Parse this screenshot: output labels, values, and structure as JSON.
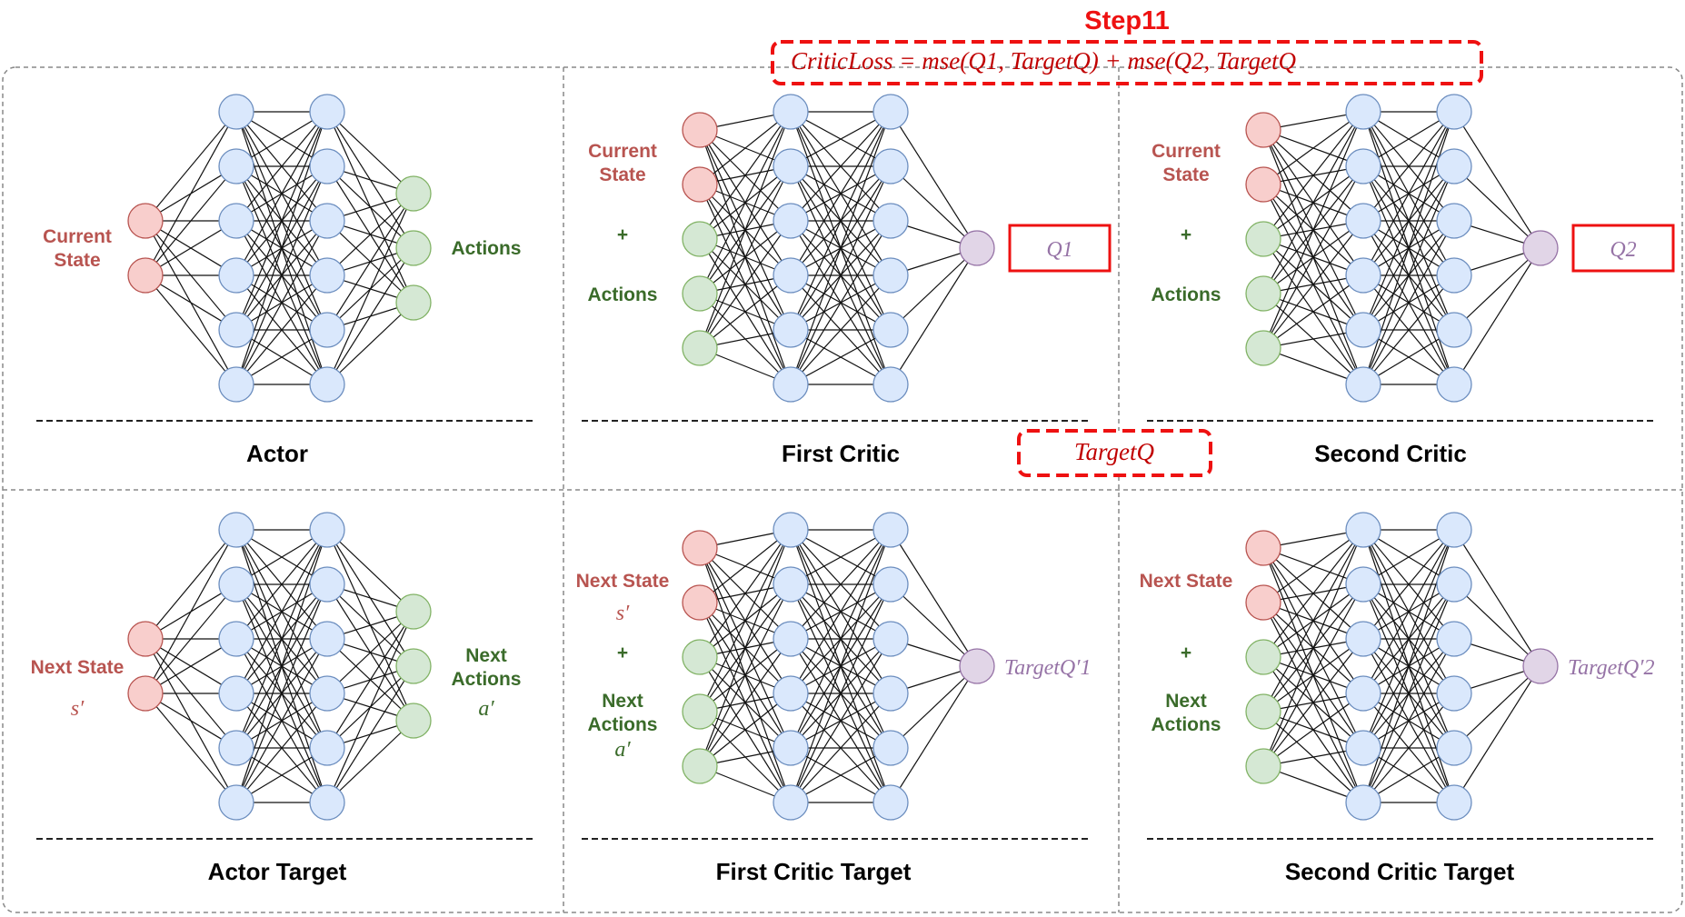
{
  "header": {
    "step_label": "Step11",
    "loss_formula": "CriticLoss = mse(Q1, TargetQ) + mse(Q2, TargetQ",
    "targetq_label": "TargetQ"
  },
  "panels": {
    "actor": {
      "title": "Actor",
      "input_lines": [
        "Current",
        "State"
      ],
      "output_lines": [
        "Actions"
      ],
      "layers": [
        2,
        6,
        6,
        3
      ]
    },
    "first_critic": {
      "title": "First Critic",
      "input_lines": [
        "Current",
        "State",
        "+",
        "Actions"
      ],
      "output_box": "Q1",
      "layers": [
        5,
        6,
        6,
        1
      ]
    },
    "second_critic": {
      "title": "Second Critic",
      "input_lines": [
        "Current",
        "State",
        "+",
        "Actions"
      ],
      "output_box": "Q2",
      "layers": [
        5,
        6,
        6,
        1
      ]
    },
    "actor_target": {
      "title": "Actor Target",
      "input_lines": [
        "Next State"
      ],
      "input_math": "s′",
      "output_lines": [
        "Next",
        "Actions"
      ],
      "output_math": "a′",
      "layers": [
        2,
        6,
        6,
        3
      ]
    },
    "first_critic_target": {
      "title": "First Critic Target",
      "state_label": "Next State",
      "state_math": "s′",
      "plus": "+",
      "action_lines": [
        "Next",
        "Actions"
      ],
      "action_math": "a′",
      "output_math": "TargetQ′1",
      "layers": [
        5,
        6,
        6,
        1
      ]
    },
    "second_critic_target": {
      "title": "Second Critic Target",
      "state_label": "Next State",
      "plus": "+",
      "action_lines": [
        "Next",
        "Actions"
      ],
      "output_math": "TargetQ′2",
      "layers": [
        5,
        6,
        6,
        1
      ]
    }
  },
  "colors": {
    "state_fill": "#f8cecc",
    "state_stroke": "#b85450",
    "state_text": "#b85450",
    "action_fill": "#d5e8d4",
    "action_stroke": "#82b366",
    "action_text": "#3a6b2a",
    "hidden_fill": "#dae8fc",
    "hidden_stroke": "#6c8ebf",
    "output_fill": "#e1d5e7",
    "output_stroke": "#9673a6",
    "output_text": "#9673a6",
    "highlight_red": "#ee1111",
    "formula_text": "#c00000"
  }
}
